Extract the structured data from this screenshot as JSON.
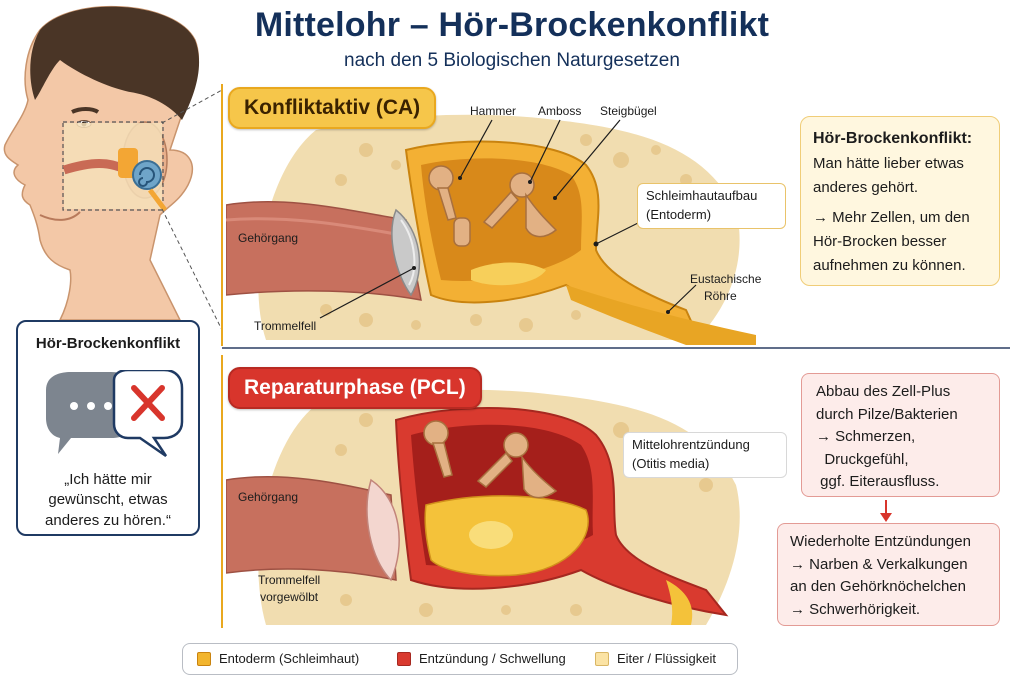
{
  "title": "Mittelohr – Hör-Brockenkonflikt",
  "subtitle": "nach den 5 Biologischen Naturgesetzen",
  "phases": {
    "ca": "Konfliktaktiv (CA)",
    "pcl": "Reparaturphase (PCL)"
  },
  "ca_labels": {
    "hammer": "Hammer",
    "amboss": "Amboss",
    "steigbuegel": "Steigbügel",
    "schleimhaut_line1": "Schleimhautaufbau",
    "schleimhaut_line2": "(Entoderm)",
    "gehoergang": "Gehörgang",
    "trommelfell": "Trommelfell",
    "eustachische_line1": "Eustachische",
    "eustachische_line2": "Röhre"
  },
  "pcl_labels": {
    "mittelohr_line1": "Mittelohrentzündung",
    "mittelohr_line2": "(Otitis media)",
    "gehoergang": "Gehörgang",
    "trommelfell_line1": "Trommelfell",
    "trommelfell_line2": "vorgewölbt"
  },
  "ca_panel": {
    "heading": "Hör-Brockenkonflikt:",
    "line1": "Man hätte lieber etwas",
    "line2": "anderes gehört.",
    "line3": "→ Mehr Zellen, um den",
    "line4": "Hör-Brocken besser",
    "line5": "aufnehmen zu können."
  },
  "pcl_panel_1": {
    "line1": "Abbau des Zell-Plus",
    "line2": "durch Pilze/Bakterien",
    "line3": "→ Schmerzen,",
    "line4": "  Druckgefühl,",
    "line5": " ggf. Eiterausfluss."
  },
  "pcl_panel_2": {
    "line1": "Wiederholte Entzündungen",
    "line2": "→ Narben & Verkalkungen",
    "line3": "an den Gehörknöchelchen",
    "line4": "→ Schwerhörigkeit."
  },
  "quote": {
    "title": "Hör-Brockenkonflikt",
    "line1": "„Ich hätte mir",
    "line2": "gewünscht, etwas",
    "line3": "anderes zu hören.“"
  },
  "legend": [
    {
      "label": "Entoderm (Schleimhaut)",
      "color": "#f2b52e"
    },
    {
      "label": "Entzündung / Schwellung",
      "color": "#d93a2f"
    },
    {
      "label": "Eiter / Flüssigkeit",
      "color": "#fbe3a4"
    }
  ],
  "colors": {
    "title": "#14305a",
    "ca_badge": "#f6c64a",
    "pcl_badge": "#d8352c",
    "entoderm": "#f2b52e",
    "inflammation": "#d93a2f",
    "pus": "#fbe3a4",
    "bone": "#f1ddb0"
  }
}
